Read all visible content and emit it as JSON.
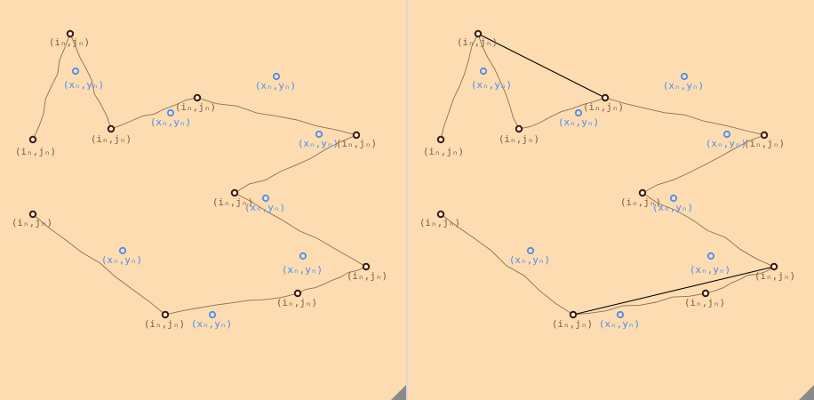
{
  "colors": {
    "background": "#fedcb2",
    "divider": "#d9d9d9",
    "path_stroke": "#8c7150",
    "path_node_stroke": "#3a1a12",
    "path_label": "#7a5f45",
    "sample_point": "#4a8ef0",
    "sample_label": "#4a8ef0",
    "segment_line": "#000000",
    "resize_handle": "#8a8a8a"
  },
  "icons": {
    "resize_handle": "resize-grip-icon"
  },
  "panels": [
    {
      "id": "left",
      "grid_nodes": [
        {
          "label": "(iₙ,jₙ)"
        },
        {
          "label": "(iₙ,jₙ)"
        },
        {
          "label": "(iₙ,jₙ)"
        },
        {
          "label": "(iₙ,jₙ)"
        },
        {
          "label": "(iₙ,jₙ)"
        },
        {
          "label": "(iₙ,jₙ)"
        },
        {
          "label": "(iₙ,jₙ)"
        },
        {
          "label": "(iₙ,jₙ)"
        },
        {
          "label": "(iₙ,jₙ)"
        },
        {
          "label": "(iₙ,jₙ)"
        }
      ],
      "sample_points": [
        {
          "label": "(xₙ,yₙ)"
        },
        {
          "label": "(xₙ,yₙ)"
        },
        {
          "label": "(xₙ,yₙ)"
        },
        {
          "label": "(xₙ,yₙ)"
        },
        {
          "label": "(xₙ,yₙ)"
        },
        {
          "label": "(xₙ,yₙ)"
        },
        {
          "label": "(xₙ,yₙ)"
        },
        {
          "label": "(xₙ,yₙ)"
        }
      ]
    },
    {
      "id": "right",
      "grid_nodes": [
        {
          "label": "(iₙ,jₙ)"
        },
        {
          "label": "(iₙ,jₙ)"
        },
        {
          "label": "(iₙ,jₙ)"
        },
        {
          "label": "(iₙ,jₙ)"
        },
        {
          "label": "(iₙ,jₙ)"
        },
        {
          "label": "(iₙ,jₙ)"
        },
        {
          "label": "(iₙ,jₙ)"
        },
        {
          "label": "(iₙ,jₙ)"
        },
        {
          "label": "(iₙ,jₙ)"
        },
        {
          "label": "(iₙ,jₙ)"
        }
      ],
      "sample_points": [
        {
          "label": "(xₙ,yₙ)"
        },
        {
          "label": "(xₙ,yₙ)"
        },
        {
          "label": "(xₙ,yₙ)"
        },
        {
          "label": "(xₙ,yₙ)"
        },
        {
          "label": "(xₙ,yₙ)"
        },
        {
          "label": "(xₙ,yₙ)"
        },
        {
          "label": "(xₙ,yₙ)"
        },
        {
          "label": "(xₙ,yₙ)"
        }
      ]
    }
  ]
}
